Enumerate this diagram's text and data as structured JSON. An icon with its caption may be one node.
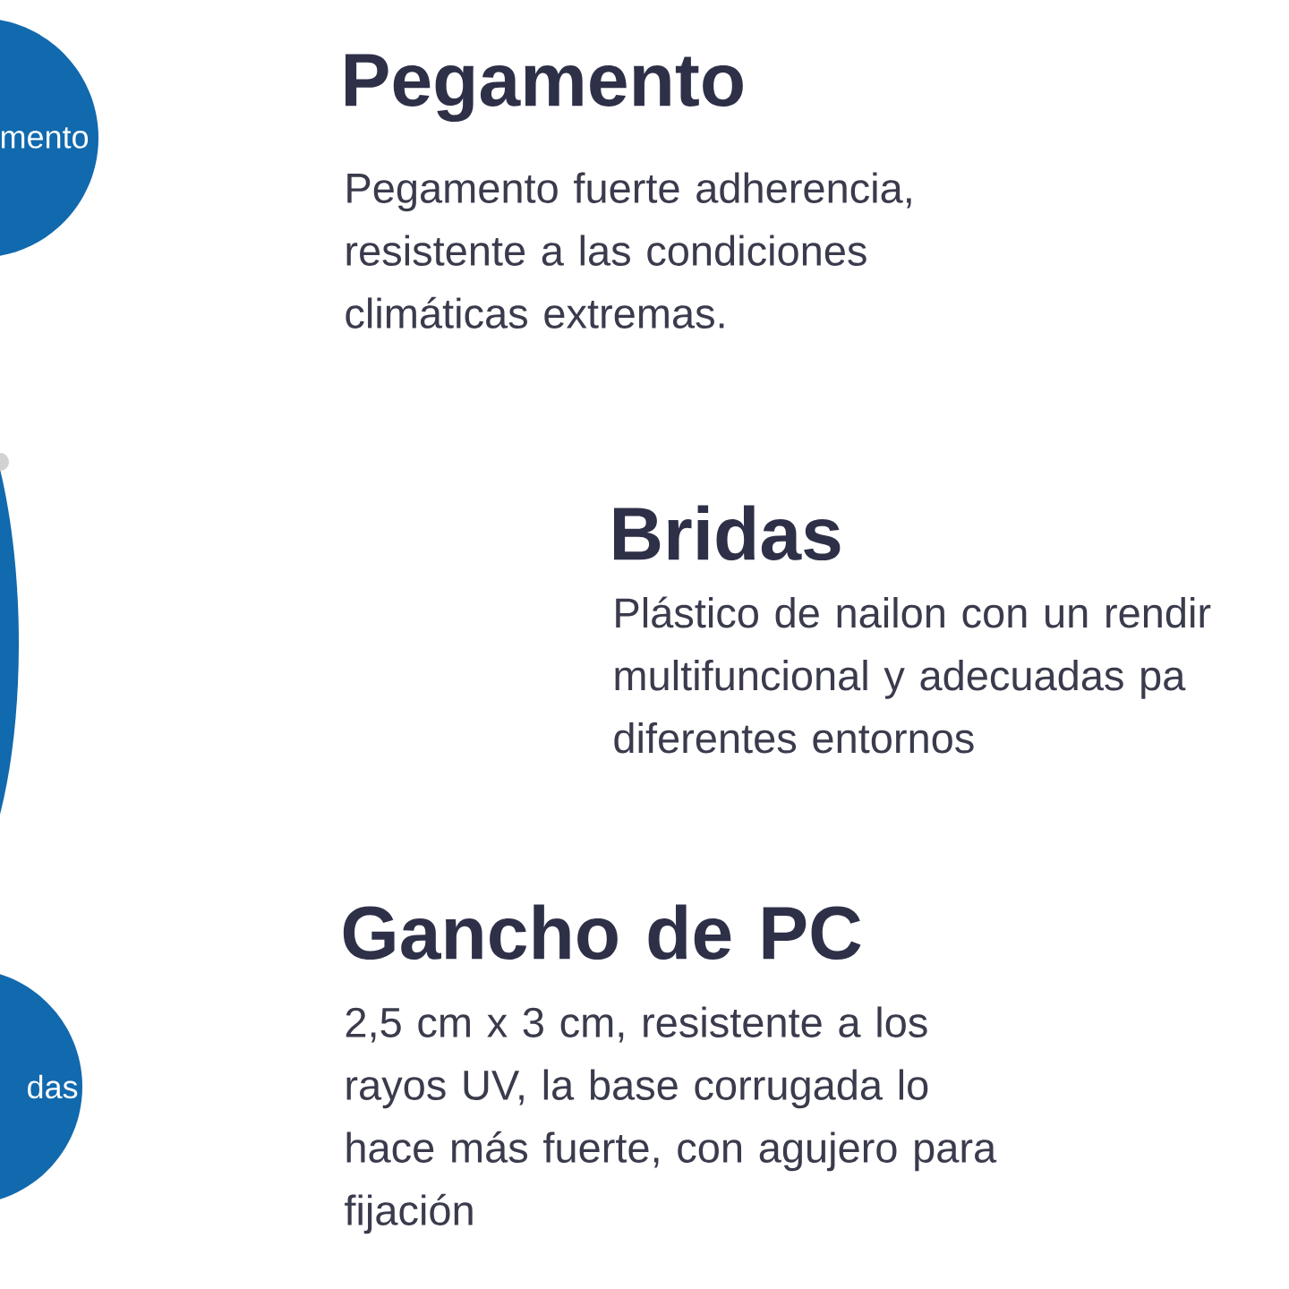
{
  "diagram": {
    "nodes": [
      {
        "text": [
          "mento"
        ]
      },
      {
        "text": [
          "das"
        ]
      }
    ],
    "labels": [
      "Pegamento",
      "Pegamento fuerte adherencia, resistente a las condiciones climáticas extremas.",
      "Bridas",
      "Plástico de nailon con un rendir multifuncional y adecuadas pa diferentes entornos",
      "Gancho de PC",
      "2,5 cm x 3 cm, resistente a los rayos UV, la base corrugada lo hace más fuerte, con agujero para fijación"
    ]
  }
}
